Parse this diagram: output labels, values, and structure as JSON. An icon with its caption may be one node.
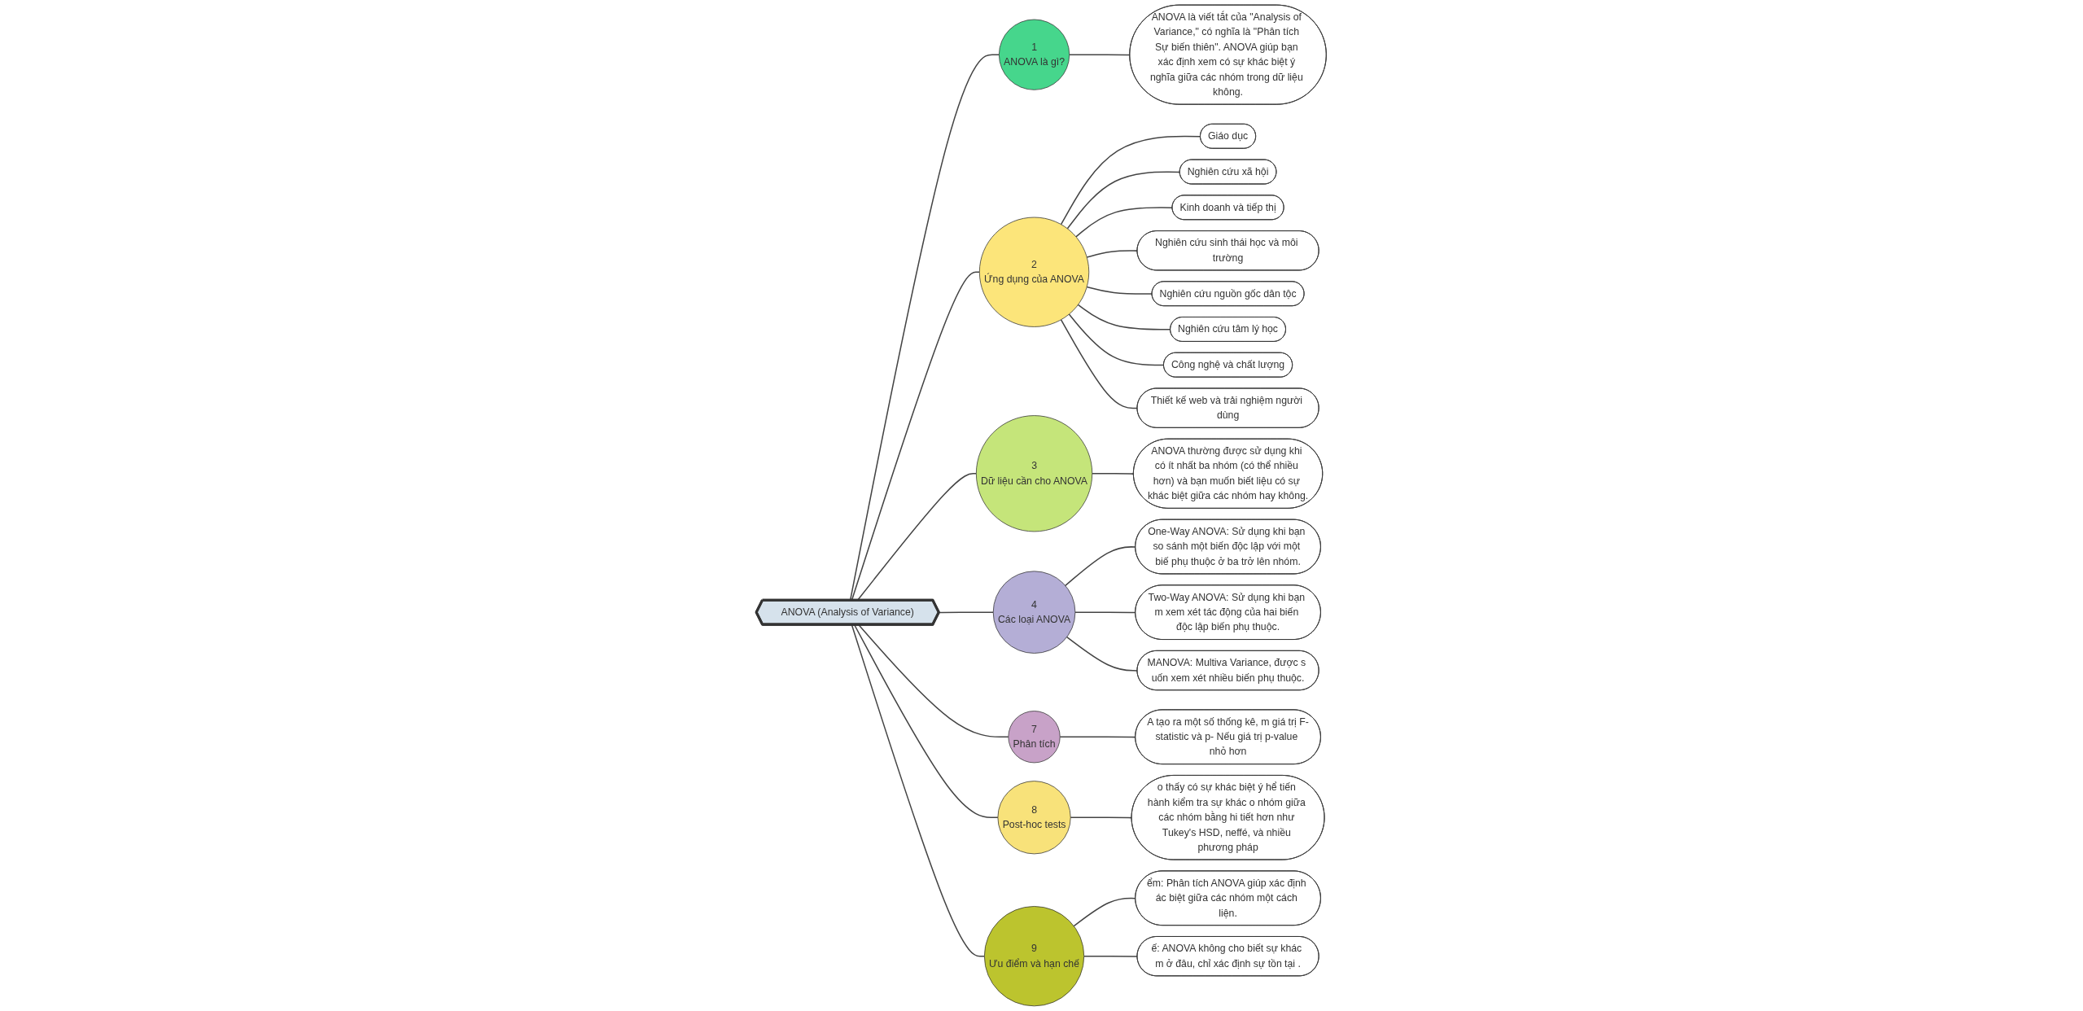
{
  "diagram": {
    "nodes": [
      {
        "text": [
          "ANOVA (Analysis of Variance)"
        ]
      },
      {
        "text": [
          "1",
          "ANOVA là gì?"
        ]
      },
      {
        "text": [
          "ANOVA là viết tắt của \"Analysis of Variance,\" có nghĩa là \"Phân tích Sự biến thiên\". ANOVA giúp bạn xác định xem có sự khác biệt ý nghĩa giữa các nhóm trong dữ liệu không."
        ]
      },
      {
        "text": [
          "2",
          "Ứng dụng của ANOVA"
        ]
      },
      {
        "text": [
          "Giáo dục"
        ]
      },
      {
        "text": [
          "Nghiên cứu xã hội"
        ]
      },
      {
        "text": [
          "Kinh doanh và tiếp thị"
        ]
      },
      {
        "text": [
          "Nghiên cứu sinh thái học và môi trường"
        ]
      },
      {
        "text": [
          "Nghiên cứu nguồn gốc dân tộc"
        ]
      },
      {
        "text": [
          "Nghiên cứu tâm lý học"
        ]
      },
      {
        "text": [
          "Công nghệ và chất lượng"
        ]
      },
      {
        "text": [
          "Thiết kế web và trải nghiệm người dùng"
        ]
      },
      {
        "text": [
          "3",
          "Dữ liệu cần cho ANOVA"
        ]
      },
      {
        "text": [
          "ANOVA thường được sử dụng khi có ít nhất ba nhóm (có thể nhiều hơn) và bạn muốn biết liệu có sự khác biệt giữa các nhóm hay không."
        ]
      },
      {
        "text": [
          "4",
          "Các loại ANOVA"
        ]
      },
      {
        "text": [
          "One-Way ANOVA: Sử dụng khi bạn so sánh một biến độc lập với một biế phụ thuộc ở ba trở lên nhóm."
        ]
      },
      {
        "text": [
          "Two-Way ANOVA: Sử dụng khi bạn m xem xét tác động của hai biến độc lập biến phụ thuộc."
        ]
      },
      {
        "text": [
          "MANOVA: Multiva Variance, được s uốn xem xét nhiều biến phụ thuộc."
        ]
      },
      {
        "text": [
          "7",
          "Phân tích"
        ]
      },
      {
        "text": [
          "A tạo ra một số thống kê, m giá trị F-statistic và p- Nếu giá trị p-value nhỏ hơn"
        ]
      },
      {
        "text": [
          "8",
          "Post-hoc tests"
        ]
      },
      {
        "text": [
          "o thấy có sự khác biệt ý hể tiến hành kiểm tra sự khác o nhóm giữa các nhóm bằng hi tiết hơn như Tukey's HSD, neffé, và nhiều phương pháp"
        ]
      },
      {
        "text": [
          "9",
          "Ưu điểm và hạn chế"
        ]
      },
      {
        "text": [
          "ểm: Phân tích ANOVA giúp xác định ác biệt giữa các nhóm một cách liện."
        ]
      },
      {
        "text": [
          "ế: ANOVA không cho biết sự khác m ở đâu, chỉ xác định sự tồn tại ."
        ]
      }
    ],
    "edges": [
      {
        "from": 0,
        "to": 1,
        "arrow": "none"
      },
      {
        "from": 1,
        "to": 2,
        "arrow": "none"
      },
      {
        "from": 0,
        "to": 3,
        "arrow": "none"
      },
      {
        "from": 3,
        "to": 4,
        "arrow": "none"
      },
      {
        "from": 3,
        "to": 5,
        "arrow": "none"
      },
      {
        "from": 3,
        "to": 6,
        "arrow": "none"
      },
      {
        "from": 3,
        "to": 7,
        "arrow": "none"
      },
      {
        "from": 3,
        "to": 8,
        "arrow": "none"
      },
      {
        "from": 3,
        "to": 9,
        "arrow": "none"
      },
      {
        "from": 3,
        "to": 10,
        "arrow": "none"
      },
      {
        "from": 3,
        "to": 11,
        "arrow": "none"
      },
      {
        "from": 0,
        "to": 12,
        "arrow": "none"
      },
      {
        "from": 12,
        "to": 13,
        "arrow": "none"
      },
      {
        "from": 0,
        "to": 14,
        "arrow": "none"
      },
      {
        "from": 14,
        "to": 15,
        "arrow": "none"
      },
      {
        "from": 14,
        "to": 16,
        "arrow": "none"
      },
      {
        "from": 14,
        "to": 17,
        "arrow": "none"
      },
      {
        "from": 0,
        "to": 18,
        "arrow": "none"
      },
      {
        "from": 18,
        "to": 19,
        "arrow": "none"
      },
      {
        "from": 0,
        "to": 20,
        "arrow": "none"
      },
      {
        "from": 20,
        "to": 21,
        "arrow": "none"
      },
      {
        "from": 0,
        "to": 22,
        "arrow": "none"
      },
      {
        "from": 22,
        "to": 23,
        "arrow": "none"
      },
      {
        "from": 22,
        "to": 24,
        "arrow": "none"
      }
    ]
  }
}
